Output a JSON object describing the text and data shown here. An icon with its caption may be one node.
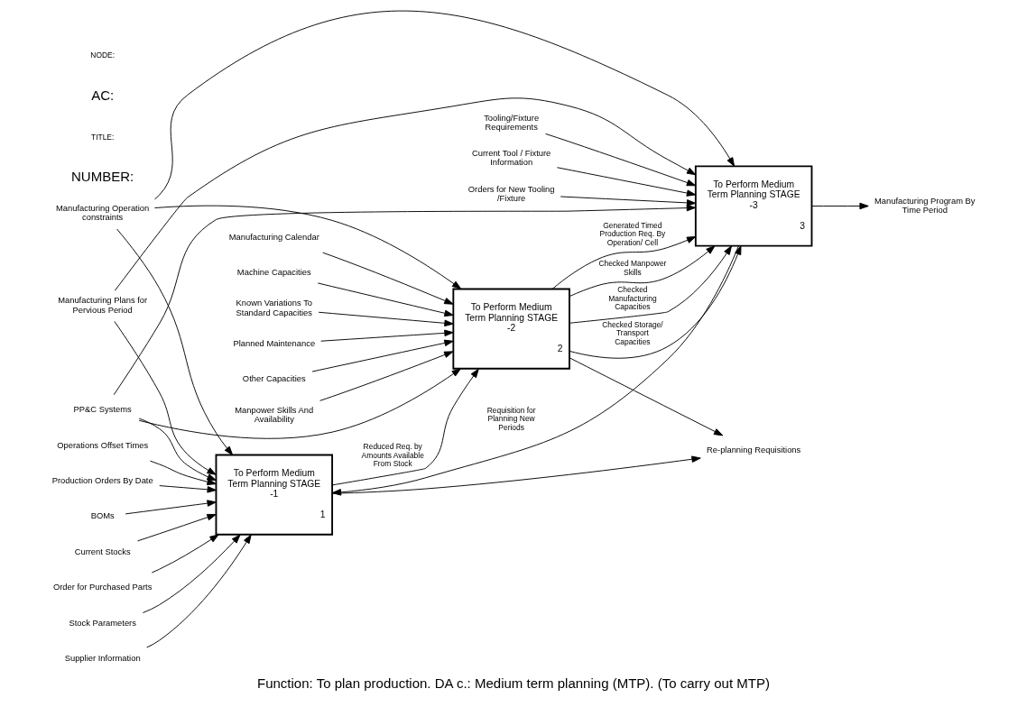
{
  "diagram": {
    "title": "Function: To plan production. DA c.: Medium term planning (MTP). (To carry out MTP)",
    "nodes": [
      {
        "text": [
          "Operations Offset Times"
        ]
      },
      {
        "text": [
          "Manufacturing Operation constraints"
        ]
      },
      {
        "text": [
          "Production Orders By Date"
        ]
      },
      {
        "text": [
          "BOMs"
        ]
      },
      {
        "text": [
          "Current Stocks"
        ]
      },
      {
        "text": [
          "Order for Purchased Parts"
        ]
      },
      {
        "text": [
          "Manufacturing Plans for Pervious Period"
        ]
      },
      {
        "text": [
          "Stock Parameters"
        ]
      },
      {
        "text": [
          "Supplier Information"
        ]
      },
      {
        "text": [
          "Manufacturing Calendar"
        ]
      },
      {
        "text": [
          "Machine Capacities"
        ]
      },
      {
        "text": [
          "Known Variations To Standard Capacities"
        ]
      },
      {
        "text": [
          "Planned Maintenance"
        ]
      },
      {
        "text": [
          "Other Capacities"
        ]
      },
      {
        "text": [
          "Manpower Skills And Availability"
        ]
      },
      {
        "text": [
          "Tooling/Fixture Requirements"
        ]
      },
      {
        "text": [
          "Current Tool / Fixture Information"
        ]
      },
      {
        "text": [
          "Orders for New Tooling /Fixture"
        ]
      },
      {
        "text": [
          "PP&C Systems"
        ]
      },
      {
        "text": [
          "To Perform Medium Term Planning STAGE -1",
          "1"
        ]
      },
      {
        "text": [
          "To Perform Medium Term Planning STAGE -2",
          "2"
        ]
      },
      {
        "text": [
          "To Perform Medium Term Planning STAGE -3",
          "3"
        ]
      },
      {
        "text": [
          "Re-planning Requisitions"
        ]
      },
      {
        "text": [
          "Manufacturing Program By Time Period"
        ]
      }
    ],
    "edges": [
      {
        "from": 0,
        "to": 19,
        "arrow": "to"
      },
      {
        "from": 1,
        "to": 19,
        "arrow": "to"
      },
      {
        "from": 1,
        "to": 20,
        "arrow": "to"
      },
      {
        "from": 1,
        "to": 21,
        "arrow": "to"
      },
      {
        "from": 2,
        "to": 19,
        "arrow": "to"
      },
      {
        "from": 3,
        "to": 19,
        "arrow": "to"
      },
      {
        "from": 4,
        "to": 19,
        "arrow": "to"
      },
      {
        "from": 5,
        "to": 19,
        "arrow": "to"
      },
      {
        "from": 6,
        "to": 19,
        "arrow": "to"
      },
      {
        "from": 6,
        "to": 21,
        "arrow": "to"
      },
      {
        "from": 7,
        "to": 19,
        "arrow": "to"
      },
      {
        "from": 8,
        "to": 19,
        "arrow": "to"
      },
      {
        "from": 9,
        "to": 20,
        "arrow": "to"
      },
      {
        "from": 10,
        "to": 20,
        "arrow": "to"
      },
      {
        "from": 11,
        "to": 20,
        "arrow": "to"
      },
      {
        "from": 12,
        "to": 20,
        "arrow": "to"
      },
      {
        "from": 13,
        "to": 20,
        "arrow": "to"
      },
      {
        "from": 14,
        "to": 20,
        "arrow": "to"
      },
      {
        "from": 15,
        "to": 21,
        "arrow": "to"
      },
      {
        "from": 16,
        "to": 21,
        "arrow": "to"
      },
      {
        "from": 17,
        "to": 21,
        "arrow": "to"
      },
      {
        "from": 18,
        "to": 19,
        "arrow": "to"
      },
      {
        "from": 18,
        "to": 20,
        "arrow": "to"
      },
      {
        "from": 18,
        "to": 21,
        "arrow": "to"
      },
      {
        "from": 19,
        "to": 20,
        "arrow": "to",
        "label": "Reduced Req. by Amounts Available From Stock"
      },
      {
        "from": 19,
        "to": 22,
        "arrow": "to"
      },
      {
        "from": 20,
        "to": 22,
        "arrow": "to"
      },
      {
        "from": 20,
        "to": 21,
        "arrow": "to",
        "label": "Generated Timed Production Req. By Operation/ Cell"
      },
      {
        "from": 20,
        "to": 21,
        "arrow": "to",
        "label": "Checked Manpower Skills"
      },
      {
        "from": 20,
        "to": 21,
        "arrow": "to",
        "label": "Checked Manufacturing Capacities"
      },
      {
        "from": 20,
        "to": 21,
        "arrow": "to",
        "label": "Checked Storage/ Transport Capacities"
      },
      {
        "from": 21,
        "to": 19,
        "arrow": "to",
        "label": "Requisition for Planning New Periods"
      },
      {
        "from": 21,
        "to": 23,
        "arrow": "to"
      }
    ],
    "labels": [
      "NODE:",
      "AC:",
      "TITLE:",
      "NUMBER:"
    ]
  }
}
